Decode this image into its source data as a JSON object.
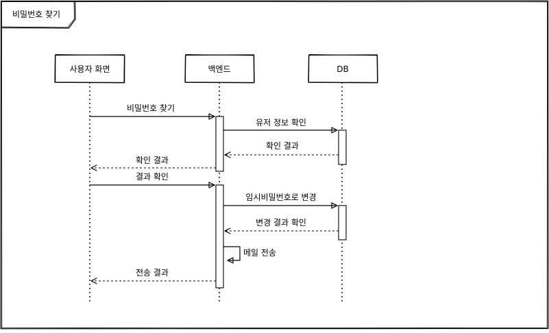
{
  "frame": {
    "title": "비밀번호 찾기"
  },
  "participants": {
    "user_screen": "사용자 화면",
    "backend": "백엔드",
    "db": "DB"
  },
  "messages": {
    "find_password": "비밀번호 찾기",
    "check_user_info": "유저 정보 확인",
    "check_result_db": "확인 결과",
    "check_result_user": "확인 결과",
    "result_check": "결과 확인",
    "temp_password_change": "임시비밀번호로 변경",
    "change_result_check": "변경 결과 확인",
    "send_mail": "메일 전송",
    "send_result": "전송 결과"
  }
}
